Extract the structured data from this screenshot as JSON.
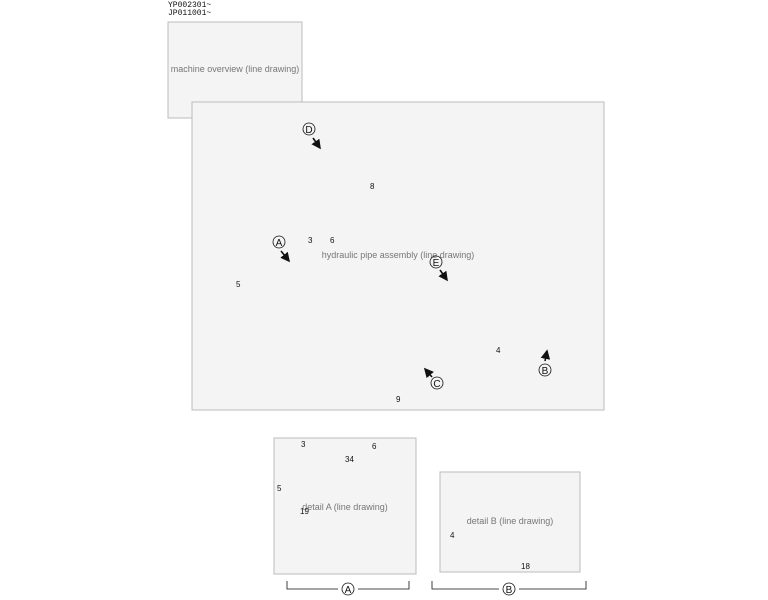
{
  "header": {
    "serial_1": "YP002301~",
    "serial_2": "JP011001~"
  },
  "callouts": {
    "c8": "8",
    "c3": "3",
    "c6": "6",
    "c5": "5",
    "c4": "4",
    "c9": "9",
    "d3": "3",
    "d6": "6",
    "d34": "34",
    "d5": "5",
    "d19": "19",
    "d4": "4",
    "d18": "18"
  },
  "views": {
    "A": "A",
    "B": "B",
    "C": "C",
    "D": "D",
    "E": "E",
    "legend_A": "A",
    "legend_B": "B"
  },
  "placeholders": {
    "location_overview": "machine overview (line drawing)",
    "main_assembly": "hydraulic pipe assembly (line drawing)",
    "detail_a": "detail A (line drawing)",
    "detail_b": "detail B (line drawing)"
  }
}
